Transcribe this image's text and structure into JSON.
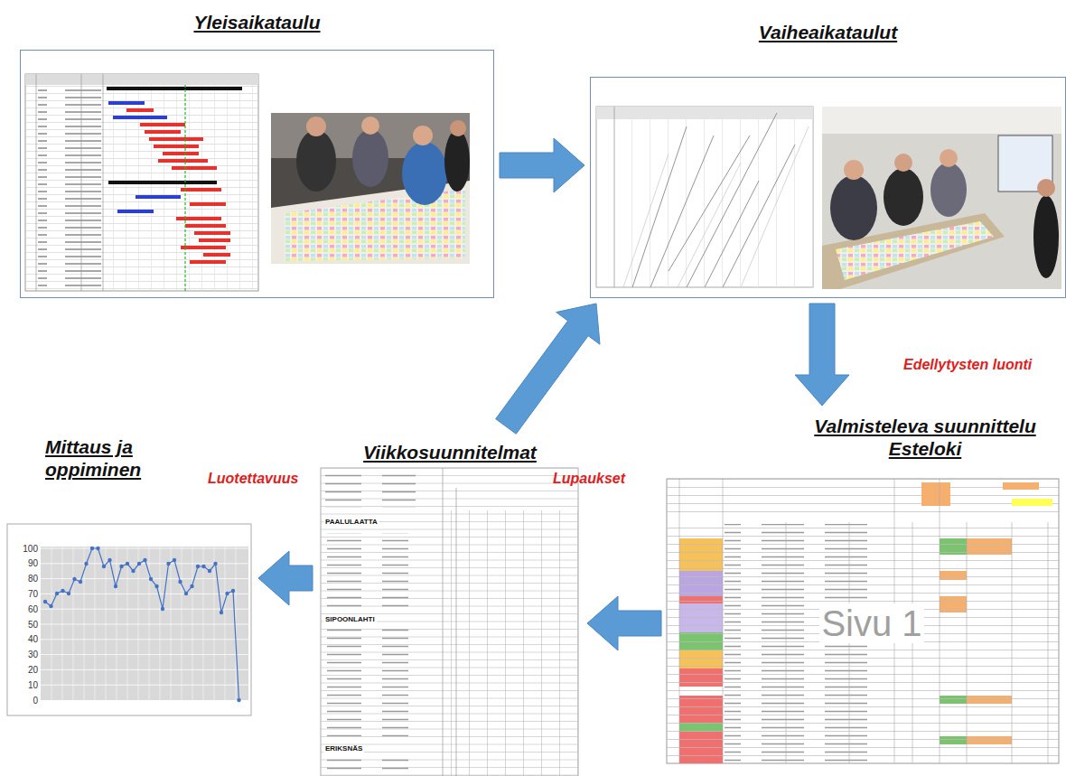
{
  "diagram": {
    "nodes": [
      {
        "text": [
          "Yleisaikataulu"
        ]
      },
      {
        "text": [
          "Vaiheaikataulut"
        ]
      },
      {
        "text": [
          "Valmisteleva suunnittelu Esteloki"
        ]
      },
      {
        "text": [
          "Viikkosuunnitelmat"
        ]
      },
      {
        "text": [
          "Mittaus ja oppiminen"
        ]
      }
    ],
    "edges": [
      {
        "from": 0,
        "to": 1,
        "arrow": "to"
      },
      {
        "from": 1,
        "to": 2,
        "label": "Edellytysten luonti",
        "arrow": "to"
      },
      {
        "from": 2,
        "to": 3,
        "label": "Lupaukset",
        "arrow": "to"
      },
      {
        "from": 3,
        "to": 1,
        "arrow": "to"
      },
      {
        "from": 3,
        "to": 4,
        "label": "Luotettavuus",
        "arrow": "to"
      }
    ],
    "labels": [
      "Sivu 1",
      "PAALULAATTA",
      "SIPOONLAHTI",
      "ERIKSNÄS",
      "100",
      "90",
      "80",
      "70",
      "60",
      "50",
      "40",
      "30",
      "20",
      "10",
      "0"
    ]
  }
}
